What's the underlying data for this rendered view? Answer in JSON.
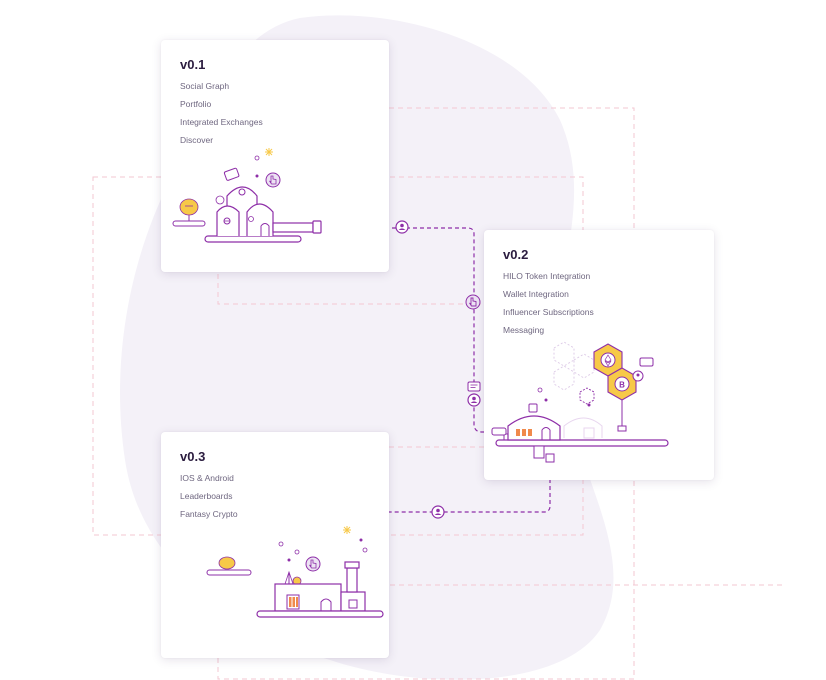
{
  "roadmap": {
    "milestones": [
      {
        "version": "v0.1",
        "features": [
          "Social Graph",
          "Portfolio",
          "Integrated Exchanges",
          "Discover"
        ]
      },
      {
        "version": "v0.2",
        "features": [
          "HILO Token Integration",
          "Wallet Integration",
          "Influencer Subscriptions",
          "Messaging"
        ]
      },
      {
        "version": "v0.3",
        "features": [
          "IOS & Android",
          "Leaderboards",
          "Fantasy Crypto"
        ]
      }
    ]
  },
  "colors": {
    "accent_purple": "#8e2fa8",
    "accent_yellow": "#f7c948",
    "blob": "#f4f1f8",
    "dashed_guides": "#f3c7d2",
    "title_text": "#2b1c3f",
    "body_text": "#6f6780"
  },
  "icons": [
    "user-badge-icon",
    "hand-pointer-icon",
    "chat-bubble-icon",
    "sparkle-icon",
    "ethereum-coin-icon",
    "bitcoin-coin-icon"
  ]
}
